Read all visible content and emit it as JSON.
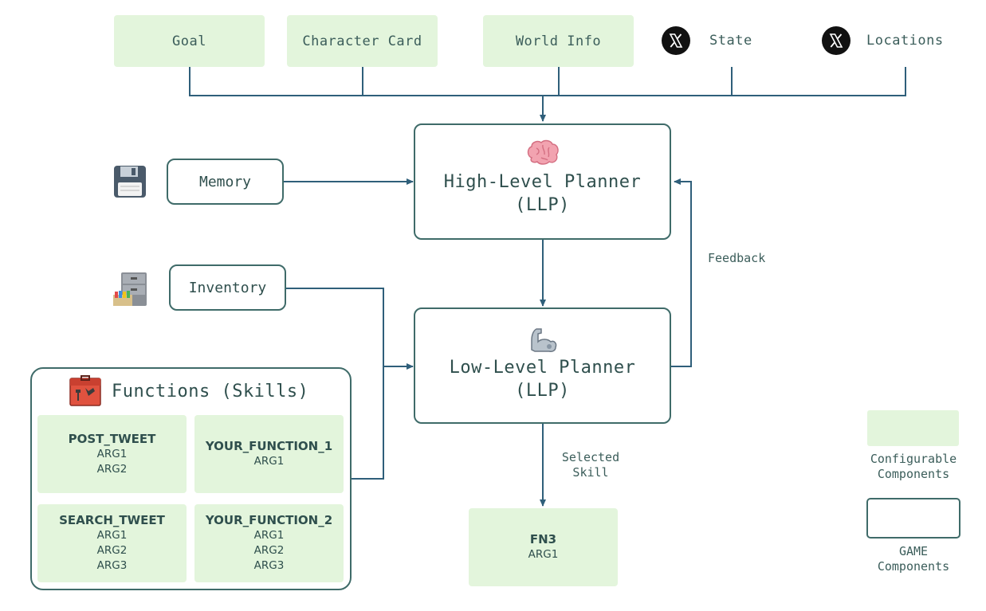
{
  "inputs": {
    "goal": "Goal",
    "character_card": "Character Card",
    "world_info": "World Info",
    "state": "State",
    "locations": "Locations"
  },
  "memory": "Memory",
  "inventory": "Inventory",
  "high_level_planner": {
    "line1": "High-Level Planner",
    "line2": "(LLP)"
  },
  "low_level_planner": {
    "line1": "Low-Level Planner",
    "line2": "(LLP)"
  },
  "feedback_label": "Feedback",
  "selected_skill_label": {
    "line1": "Selected",
    "line2": "Skill"
  },
  "functions": {
    "title": "Functions (Skills)",
    "items": [
      {
        "name": "POST_TWEET",
        "args": [
          "ARG1",
          "ARG2"
        ]
      },
      {
        "name": "YOUR_FUNCTION_1",
        "args": [
          "ARG1"
        ]
      },
      {
        "name": "SEARCH_TWEET",
        "args": [
          "ARG1",
          "ARG2",
          "ARG3"
        ]
      },
      {
        "name": "YOUR_FUNCTION_2",
        "args": [
          "ARG1",
          "ARG2",
          "ARG3"
        ]
      }
    ]
  },
  "selected_function": {
    "name": "FN3",
    "args": [
      "ARG1"
    ]
  },
  "legend": {
    "configurable": {
      "line1": "Configurable",
      "line2": "Components"
    },
    "game": {
      "line1": "GAME",
      "line2": "Components"
    }
  },
  "icons": {
    "state": "x-logo-icon",
    "locations": "x-logo-icon",
    "memory": "floppy-disk-icon",
    "inventory": "filing-cabinet-icon",
    "high_level_planner": "brain-icon",
    "low_level_planner": "flexed-arm-icon",
    "functions": "toolbox-icon"
  },
  "colors": {
    "configurable_fill": "#e3f5dc",
    "game_border": "#3f6b69",
    "arrow": "#2f5f7a"
  }
}
